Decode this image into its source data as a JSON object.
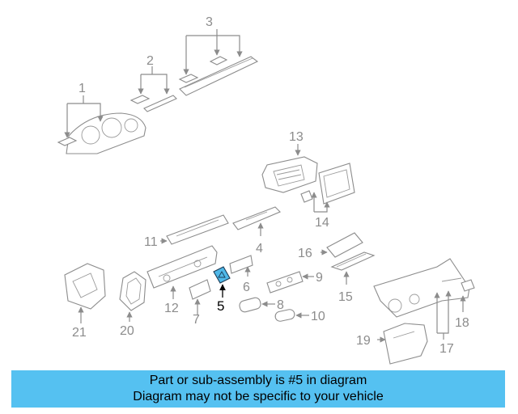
{
  "callouts": {
    "c1": "1",
    "c2": "2",
    "c3": "3",
    "c4": "4",
    "c5": "5",
    "c6": "6",
    "c7": "7",
    "c8": "8",
    "c9": "9",
    "c10": "10",
    "c11": "11",
    "c12": "12",
    "c13": "13",
    "c14": "14",
    "c15": "15",
    "c16": "16",
    "c17": "17",
    "c18": "18",
    "c19": "19",
    "c20": "20",
    "c21": "21"
  },
  "highlight": {
    "part": "5",
    "color": "#4fb8e8"
  },
  "notice": {
    "line1": "Part or sub-assembly is #5 in diagram",
    "line2": "Diagram may not be specific to your vehicle",
    "background": "#55c1f1"
  }
}
